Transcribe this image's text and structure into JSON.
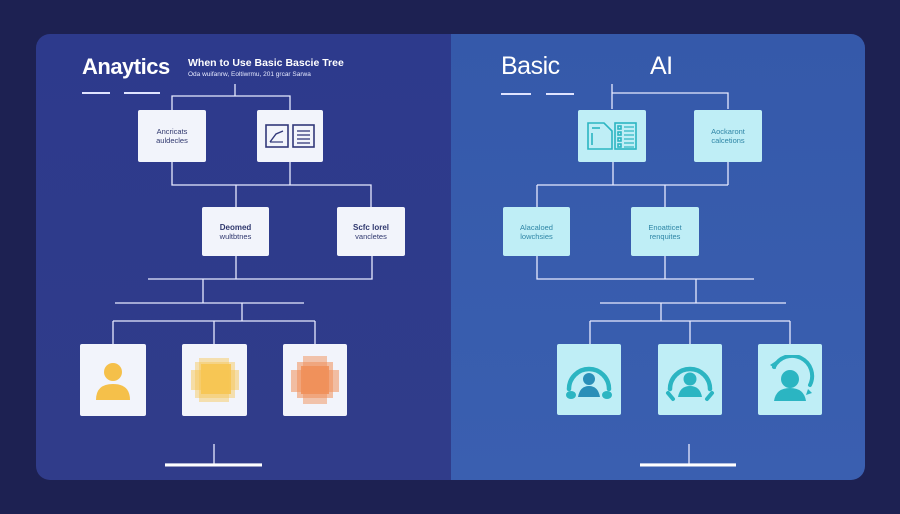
{
  "left_panel": {
    "title": "Anaytics",
    "subtitle": "When to Use Basic Bascie Tree",
    "caption": "Oda wuifanrw, Eoltiwrmu, 201 grcar Sarwa",
    "level1": [
      {
        "line1": "Ancricats",
        "line2": "auldecles"
      },
      {
        "icon": "chart-and-document-icon"
      }
    ],
    "level2": [
      {
        "line1": "Deomed",
        "line2": "wultbtnes"
      },
      {
        "line1": "Scfc lorel",
        "line2": "vancletes"
      }
    ],
    "leaves": [
      {
        "icon": "user-icon",
        "color": "#f5c04a"
      },
      {
        "icon": "yellow-blob-icon",
        "color": "#f7c552"
      },
      {
        "icon": "orange-blob-icon",
        "color": "#f0905a"
      }
    ]
  },
  "right_panel": {
    "title_left": "Basic",
    "title_right": "AI",
    "level1": [
      {
        "icon": "document-checklist-icon"
      },
      {
        "line1": "Aockaront",
        "line2": "calcetions"
      }
    ],
    "level2": [
      {
        "line1": "Alacaloed",
        "line2": "lowchsies"
      },
      {
        "line1": "Enoatticet",
        "line2": "renquites"
      }
    ],
    "leaves": [
      {
        "icon": "user-headset-icon"
      },
      {
        "icon": "user-headset-icon"
      },
      {
        "icon": "user-refresh-icon"
      }
    ]
  },
  "colors": {
    "background": "#1d2152",
    "left_panel": "#2d3a8c",
    "right_panel": "#3559aa",
    "light_box": "#f2f4fb",
    "cyan_box": "#bfeef6",
    "teal_icon": "#2bb5c2",
    "wire": "#e6e9ff"
  }
}
